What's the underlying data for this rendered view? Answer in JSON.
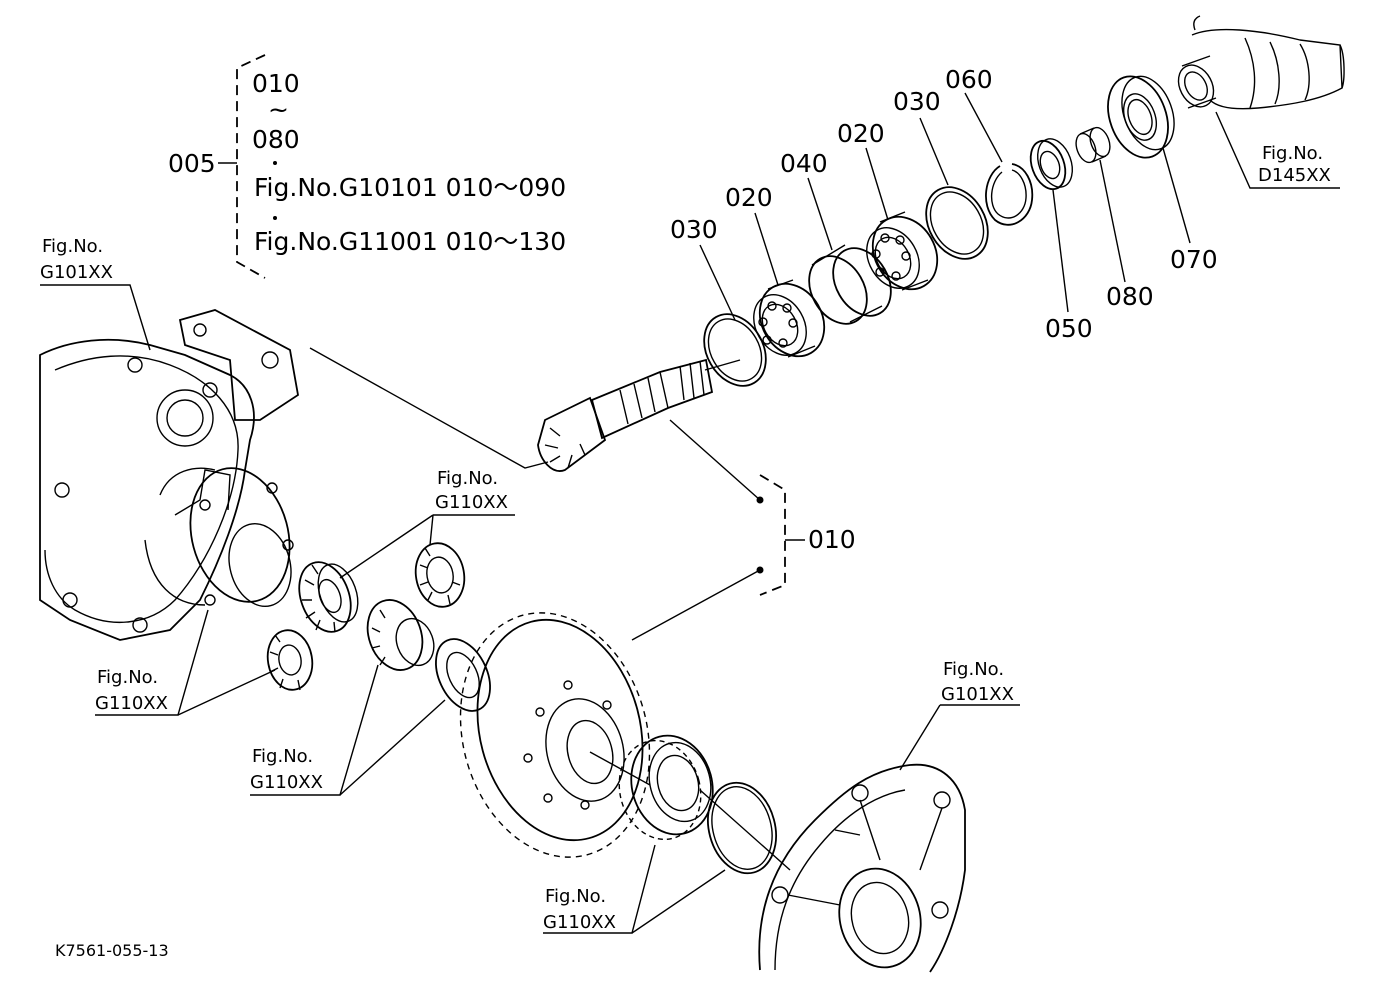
{
  "assembly_note": {
    "main_label": "005",
    "range_start": "010",
    "range_tilde": "~",
    "range_end": "080",
    "ref_1": "Fig.No.G10101  010～090",
    "ref_2": "Fig.No.G11001  010～130"
  },
  "part_labels": {
    "p030_lower": "030",
    "p020_lower": "020",
    "p040": "040",
    "p020_upper": "020",
    "p030_upper": "030",
    "p060": "060",
    "p050": "050",
    "p080": "080",
    "p070": "070",
    "p010": "010"
  },
  "figure_refs": {
    "fig_no": "Fig.No.",
    "d145xx": "D145XX",
    "g101xx_left": "G101XX",
    "g110xx_top": "G110XX",
    "g110xx_left": "G110XX",
    "g110xx_mid": "G110XX",
    "g110xx_bottom": "G110XX",
    "g101xx_right": "G101XX"
  },
  "drawing_code": "K7561-055-13"
}
